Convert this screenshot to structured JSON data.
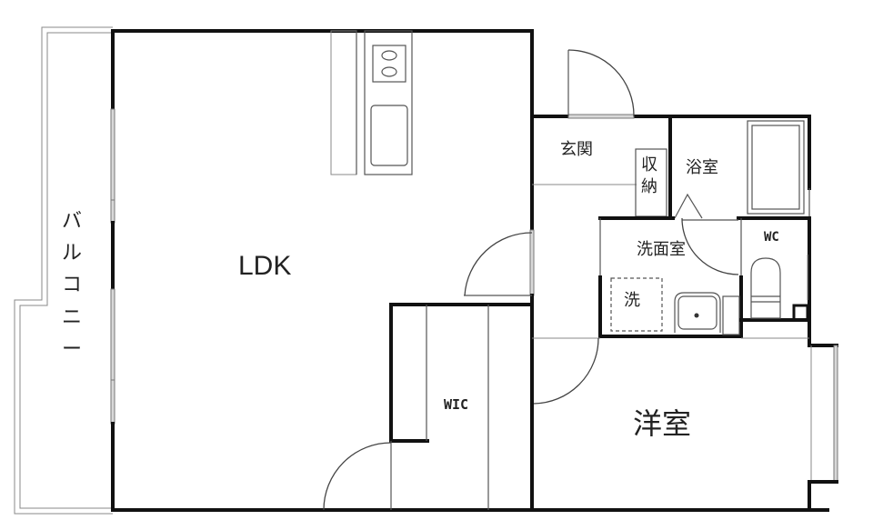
{
  "floor_plan": {
    "rooms": {
      "ldk": "LDK",
      "genkan": "玄関",
      "shuno": "収納",
      "yokushitsu": "浴室",
      "senmenjo": "洗面室",
      "washer": "洗",
      "wc": "WC",
      "wic": "WIC",
      "yoshitsu": "洋室",
      "balcony": "バルコニー"
    },
    "colors": {
      "wall": "#111111",
      "fixture_line": "#555555",
      "window": "#d8d8d8",
      "background": "#ffffff"
    }
  }
}
